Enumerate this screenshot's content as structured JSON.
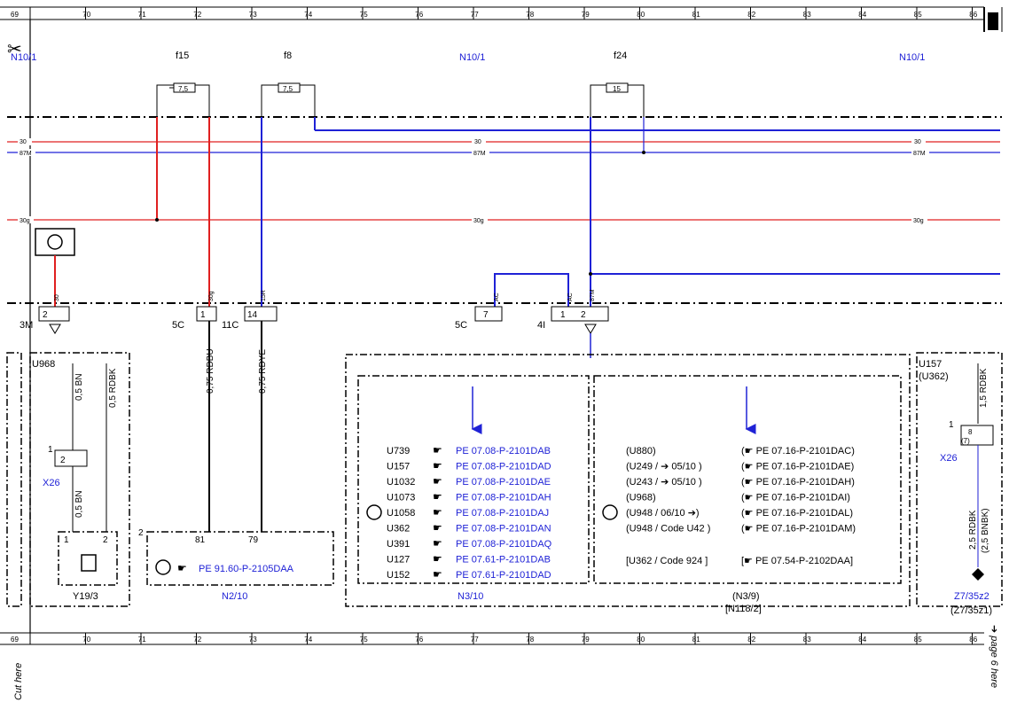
{
  "ruler": {
    "top": [
      "69",
      "70",
      "71",
      "72",
      "73",
      "74",
      "75",
      "76",
      "77",
      "78",
      "79",
      "80",
      "81",
      "82",
      "83",
      "84",
      "85",
      "86"
    ],
    "bottom": [
      "69",
      "70",
      "71",
      "72",
      "73",
      "74",
      "75",
      "76",
      "77",
      "78",
      "79",
      "80",
      "81",
      "82",
      "83",
      "84",
      "85",
      "86"
    ]
  },
  "fuses": [
    {
      "name": "f15",
      "rating": "7,5"
    },
    {
      "name": "f8",
      "rating": "7,5"
    },
    {
      "name": "f24",
      "rating": "15"
    }
  ],
  "modules_top": {
    "left": "N10/1",
    "right": "N10/1",
    "cut_left": "N10/1"
  },
  "buses": {
    "b30": "30",
    "b87m": "87M",
    "b30g": "30g"
  },
  "connectors": {
    "c3m": "3M",
    "c5c_left": "5C",
    "c11c": "11C",
    "c5c_mid": "5C",
    "c4i": "4I",
    "p2_left": "2",
    "p1_a": "1",
    "p14": "14",
    "p7": "7",
    "p1_b": "1",
    "p2_b": "2"
  },
  "wire_tags": {
    "w30": "30",
    "w30g": "30g",
    "w15r": "15R",
    "wac1": "AC",
    "wac2": "AC",
    "w87m": "87M"
  },
  "wires": {
    "rdbu": "0,75 RDBU",
    "rdye": "0,75 RDYE",
    "bn_a": "0,5 BN",
    "rdbk_a": "0,5 RDBK",
    "bn_b": "0,5 BN",
    "rdbk_15": "1,5 RDBK",
    "rdbk_25": "2,5 RDBK",
    "bnbk_25": "(2,5 BNBK)"
  },
  "left_box": {
    "code": "U968",
    "x26": "X26",
    "x26_pin": "2",
    "x26_pin1": "1",
    "y_label": "Y19/3",
    "y_pin1": "1",
    "y_pin2": "2"
  },
  "n2_box": {
    "pin2": "2",
    "pin81": "81",
    "pin79": "79",
    "ref": "PE 91.60-P-2105DAA",
    "label": "N2/10"
  },
  "n3_10": {
    "label": "N3/10",
    "rows": [
      {
        "code": "U739",
        "ref": "PE 07.08-P-2101DAB"
      },
      {
        "code": "U157",
        "ref": "PE 07.08-P-2101DAD"
      },
      {
        "code": "U1032",
        "ref": "PE 07.08-P-2101DAE"
      },
      {
        "code": "U1073",
        "ref": "PE 07.08-P-2101DAH"
      },
      {
        "code": "U1058",
        "ref": "PE 07.08-P-2101DAJ"
      },
      {
        "code": "U362",
        "ref": "PE 07.08-P-2101DAN"
      },
      {
        "code": "U391",
        "ref": "PE 07.08-P-2101DAQ"
      },
      {
        "code": "U127",
        "ref": "PE 07.61-P-2101DAB"
      },
      {
        "code": "U152",
        "ref": "PE 07.61-P-2101DAD"
      }
    ]
  },
  "n3_9": {
    "label": "(N3/9)",
    "label2": "[N118/2]",
    "rows": [
      {
        "code": "(U880)",
        "ref": "(☛ PE 07.16-P-2101DAC)"
      },
      {
        "code": "(U249 / ➔ 05/10  )",
        "ref": "(☛ PE 07.16-P-2101DAE)"
      },
      {
        "code": "(U243 / ➔ 05/10  )",
        "ref": "(☛ PE 07.16-P-2101DAH)"
      },
      {
        "code": "(U968)",
        "ref": "(☛ PE 07.16-P-2101DAI)"
      },
      {
        "code": "(U948 / 06/10 ➔)",
        "ref": "(☛ PE 07.16-P-2101DAL)"
      },
      {
        "code": "(U948 / Code U42 )",
        "ref": "(☛ PE 07.16-P-2101DAM)"
      },
      {
        "code": "[U362 / Code 924  ]",
        "ref": "[☛ PE 07.54-P-2102DAA]"
      }
    ]
  },
  "right_box": {
    "code": "U157",
    "code2": "(U362)",
    "x26": "X26",
    "pin1": "1",
    "pin8": "8",
    "pin7": "(7)",
    "z1": "Z7/35z2",
    "z2": "(Z7/35z1)"
  },
  "margin": {
    "cut": "Cut here",
    "page": "➔ page 6 here"
  }
}
